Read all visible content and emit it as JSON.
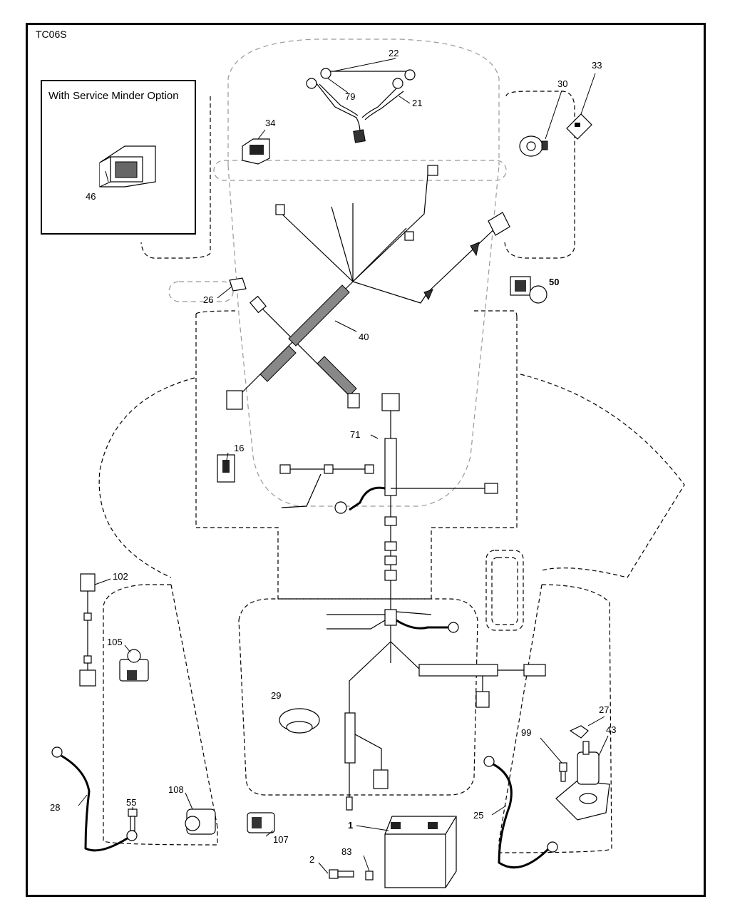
{
  "diagram_code": "TC06S",
  "option_box_label": "With Service Minder Option",
  "callouts": {
    "c1": "1",
    "c2": "2",
    "c16": "16",
    "c21": "21",
    "c22": "22",
    "c25": "25",
    "c26": "26",
    "c27": "27",
    "c28": "28",
    "c29": "29",
    "c30": "30",
    "c33": "33",
    "c34": "34",
    "c40": "40",
    "c43": "43",
    "c46": "46",
    "c50": "50",
    "c55": "55",
    "c71": "71",
    "c79": "79",
    "c83": "83",
    "c99": "99",
    "c102": "102",
    "c105": "105",
    "c107": "107",
    "c108": "108"
  }
}
